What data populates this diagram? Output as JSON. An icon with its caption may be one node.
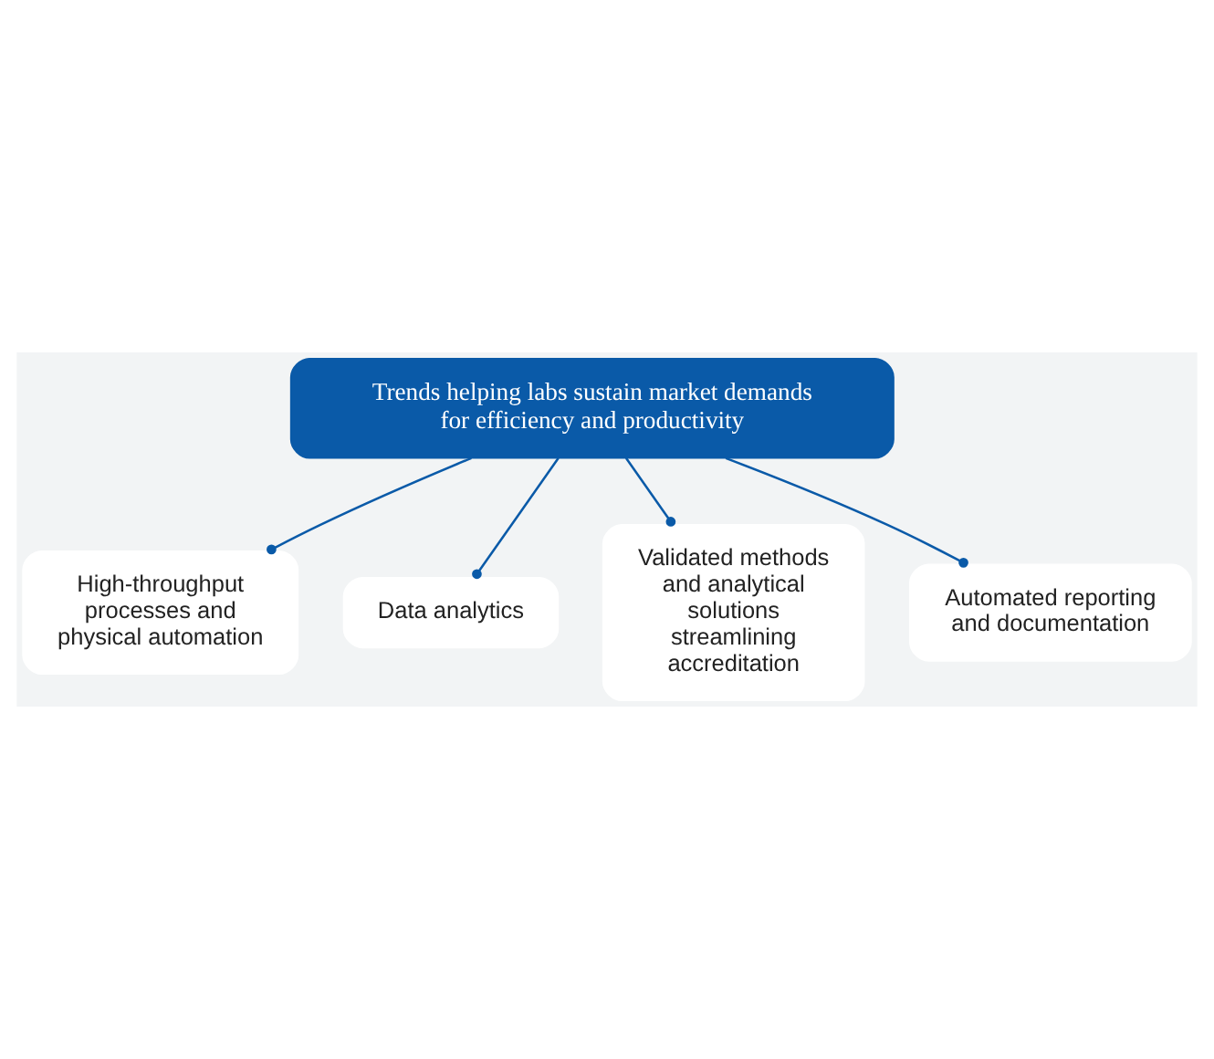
{
  "diagram": {
    "nodes": [
      {
        "text": [
          "Trends helping labs sustain market demands for efficiency and productivity"
        ]
      },
      {
        "text": [
          "High-throughput processes and physical automation"
        ]
      },
      {
        "text": [
          "Data analytics"
        ]
      },
      {
        "text": [
          "Validated methods and analytical solutions streamlining accreditation"
        ]
      },
      {
        "text": [
          "Automated reporting and documentation"
        ]
      }
    ],
    "edges": [
      {
        "from": 0,
        "to": 1,
        "arrow": "other"
      },
      {
        "from": 0,
        "to": 2,
        "arrow": "other"
      },
      {
        "from": 0,
        "to": 3,
        "arrow": "other"
      },
      {
        "from": 0,
        "to": 4,
        "arrow": "other"
      }
    ]
  }
}
